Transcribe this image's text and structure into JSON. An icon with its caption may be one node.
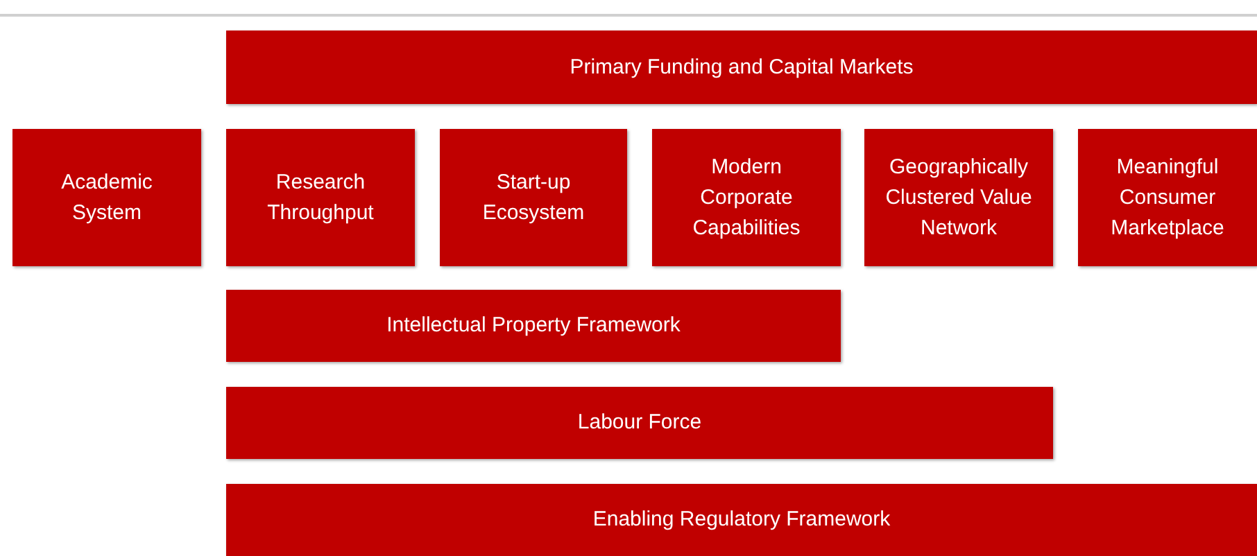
{
  "diagram": {
    "nodes": [
      {
        "text": [
          "Primary Funding and Capital Markets"
        ]
      },
      {
        "text": [
          "Academic System"
        ]
      },
      {
        "text": [
          "Research Throughput"
        ]
      },
      {
        "text": [
          "Start-up Ecosystem"
        ]
      },
      {
        "text": [
          "Modern Corporate Capabilities"
        ]
      },
      {
        "text": [
          "Geographically Clustered Value Network"
        ]
      },
      {
        "text": [
          "Meaningful Consumer Marketplace"
        ]
      },
      {
        "text": [
          "Intellectual Property Framework"
        ]
      },
      {
        "text": [
          "Labour Force"
        ]
      },
      {
        "text": [
          "Enabling Regulatory Framework"
        ]
      }
    ]
  }
}
